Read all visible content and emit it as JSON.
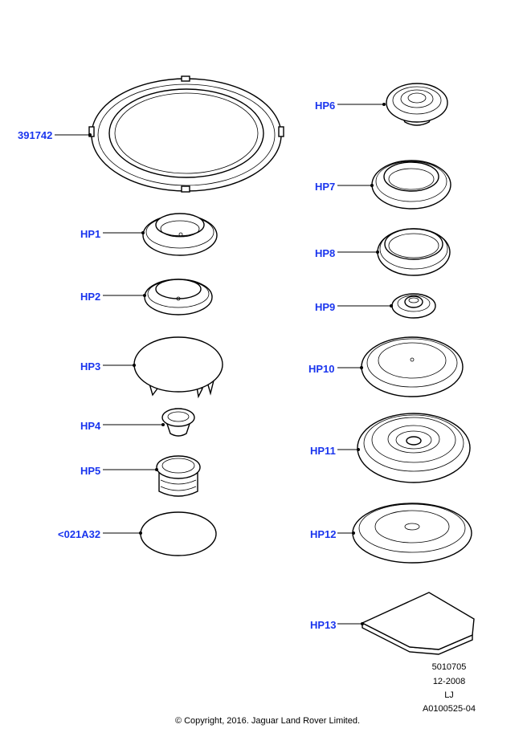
{
  "callouts": {
    "c391742": "391742",
    "hp1": "HP1",
    "hp2": "HP2",
    "hp3": "HP3",
    "hp4": "HP4",
    "hp5": "HP5",
    "c021a32": "<021A32",
    "hp6": "HP6",
    "hp7": "HP7",
    "hp8": "HP8",
    "hp9": "HP9",
    "hp10": "HP10",
    "hp11": "HP11",
    "hp12": "HP12",
    "hp13": "HP13"
  },
  "info": {
    "ref": "5010705",
    "date": "12-2008",
    "initials": "LJ",
    "drawing_id": "A0100525-04"
  },
  "copyright": "© Copyright, 2016. Jaguar Land Rover Limited.",
  "colors": {
    "callout": "#1a35ee"
  }
}
